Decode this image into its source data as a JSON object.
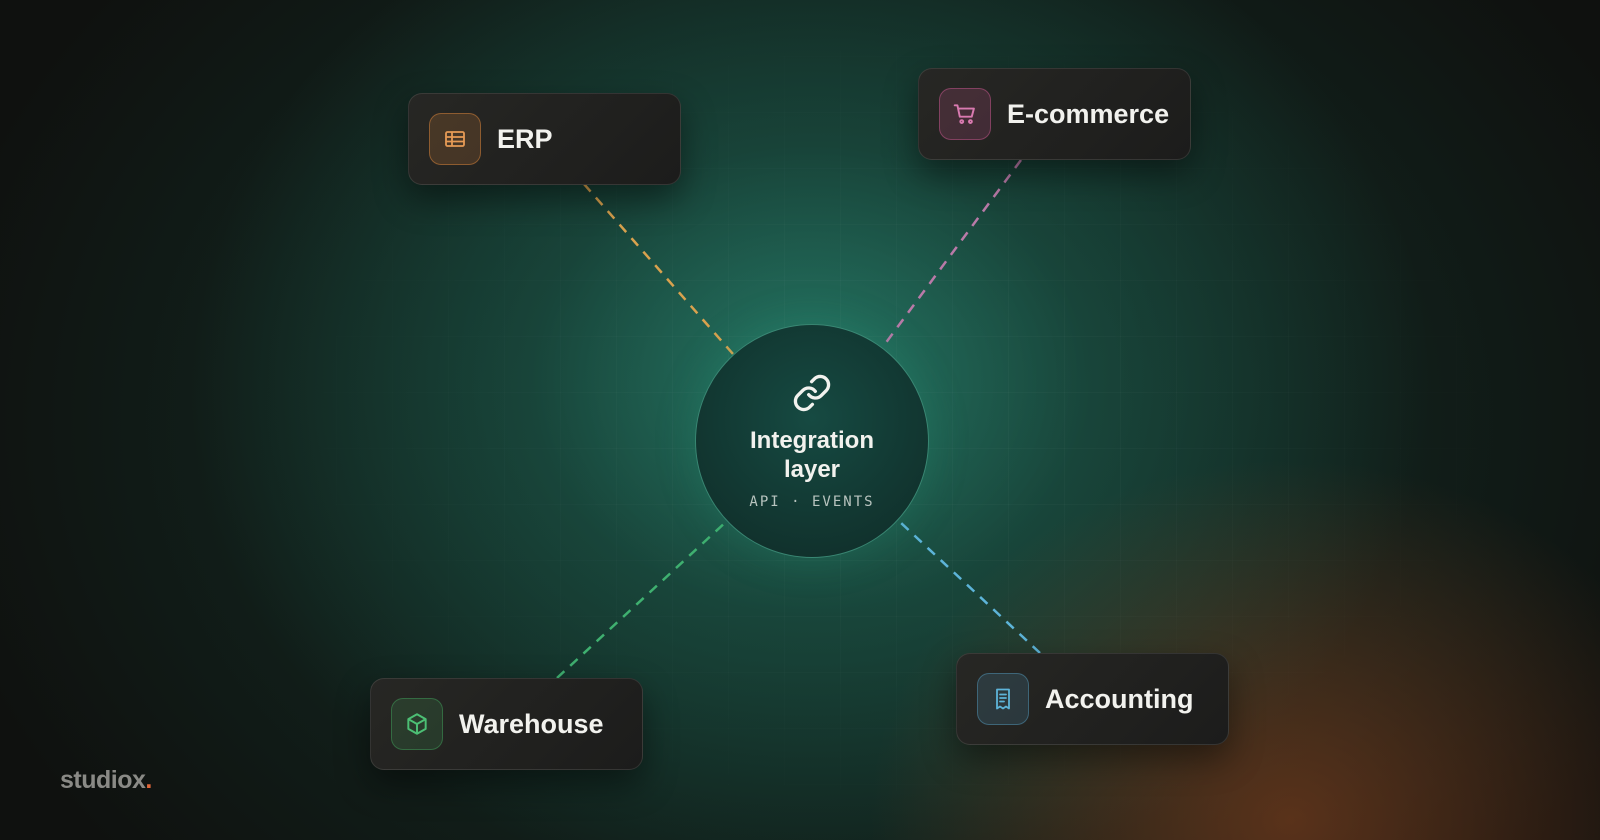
{
  "hub": {
    "icon": "link-icon",
    "title_line1": "Integration",
    "title_line2": "layer",
    "subtitle": "API · EVENTS"
  },
  "nodes": [
    {
      "id": "erp",
      "label": "ERP",
      "icon": "table-icon",
      "color": "#e69a55"
    },
    {
      "id": "ecommerce",
      "label": "E-commerce",
      "icon": "cart-icon",
      "color": "#d97ab0"
    },
    {
      "id": "warehouse",
      "label": "Warehouse",
      "icon": "box-icon",
      "color": "#4cbf74"
    },
    {
      "id": "accounting",
      "label": "Accounting",
      "icon": "receipt-icon",
      "color": "#5db4d9"
    }
  ],
  "brand": {
    "name": "studiox",
    "dot": ".",
    "dot_color": "#e0673a"
  }
}
